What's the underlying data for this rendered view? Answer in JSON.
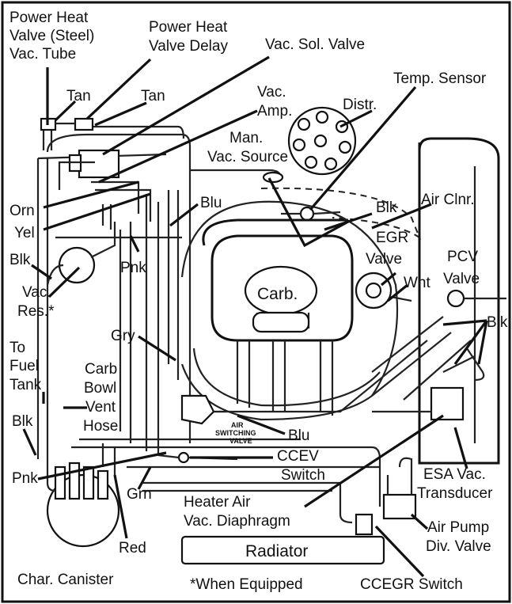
{
  "labels": {
    "power_heat_valve_tube": [
      "Power Heat",
      "Valve (Steel)",
      "Vac. Tube"
    ],
    "power_heat_valve_delay": [
      "Power Heat",
      "Valve Delay"
    ],
    "vac_sol_valve": "Vac. Sol. Valve",
    "tan_left": "Tan",
    "tan_right": "Tan",
    "vac_amp": [
      "Vac.",
      "Amp."
    ],
    "temp_sensor": "Temp. Sensor",
    "distr": "Distr.",
    "man_vac_source": [
      "Man.",
      "Vac. Source"
    ],
    "orn": "Orn",
    "yel": "Yel",
    "blu_top": "Blu",
    "blk_top": "Blk",
    "air_clnr": "Air Clnr.",
    "egr_valve": [
      "EGR",
      "Valve"
    ],
    "pcv_valve": [
      "PCV",
      "Valve"
    ],
    "wht": "Wht",
    "pnk_top": "Pnk",
    "blk_left": "Blk",
    "vac_res": [
      "Vac.",
      "Res.*"
    ],
    "carb": "Carb.",
    "blk_right": "Blk",
    "gry": "Gry",
    "to_fuel_tank": [
      "To",
      "Fuel",
      "Tank"
    ],
    "carb_bowl_vent_hose": [
      "Carb",
      "Bowl",
      "Vent",
      "Hose"
    ],
    "blk_lower_left": "Blk",
    "air_switching_valve": [
      "AIR",
      "SWITCHING",
      "VALVE"
    ],
    "blu_bottom": "Blu",
    "ccev_switch": [
      "CCEV",
      "Switch"
    ],
    "pnk_bottom": "Pnk",
    "grn": "Grn",
    "esa_vac_transducer": [
      "ESA Vac.",
      "Transducer"
    ],
    "heater_air_vac_diaphragm": [
      "Heater Air",
      "Vac. Diaphragm"
    ],
    "air_pump_div_valve": [
      "Air Pump",
      "Div. Valve"
    ],
    "red": "Red",
    "radiator": "Radiator",
    "char_canister": "Char. Canister",
    "when_equipped": "*When Equipped",
    "ccegr_switch": "CCEGR Switch"
  }
}
